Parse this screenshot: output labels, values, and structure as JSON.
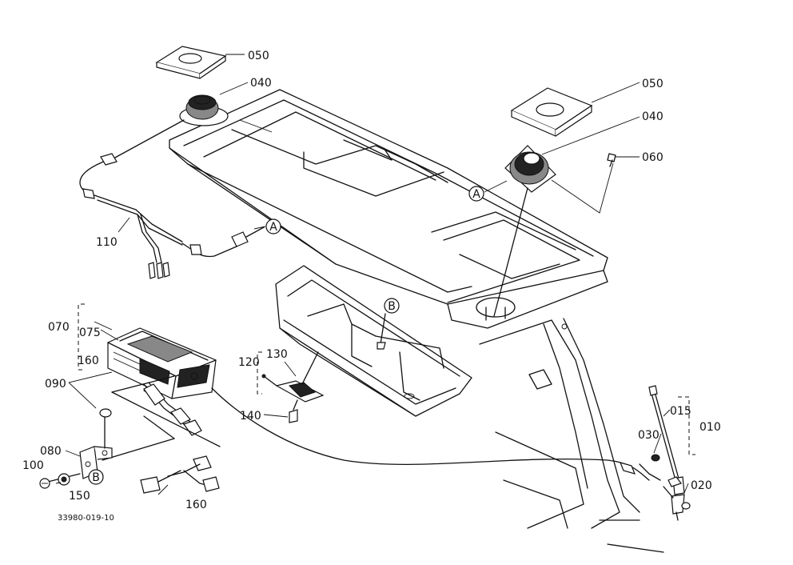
{
  "labels": {
    "p050a": "050",
    "p040a": "040",
    "p050b": "050",
    "p040b": "040",
    "p060": "060",
    "p110": "110",
    "refA1": "A",
    "refA2": "A",
    "refB1": "B",
    "refB2": "B",
    "p070": "070",
    "p075": "075",
    "p160a": "160",
    "p090": "090",
    "p080": "080",
    "p100": "100",
    "p150": "150",
    "p160b": "160",
    "p120": "120",
    "p130": "130",
    "p140": "140",
    "p015": "015",
    "p010": "010",
    "p030": "030",
    "p020": "020"
  },
  "drawing_number": "33980-019-10"
}
